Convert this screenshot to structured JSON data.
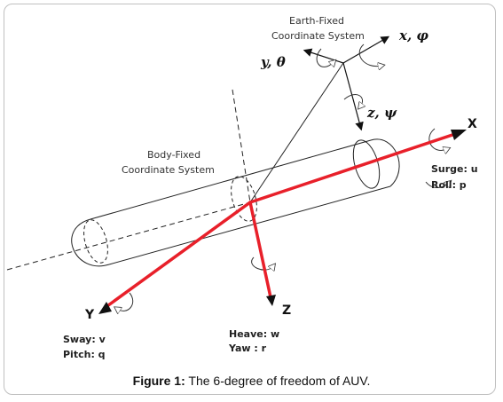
{
  "earth_frame": {
    "title_line1": "Earth-Fixed",
    "title_line2": "Coordinate System",
    "x_label": "x, φ",
    "y_label": "y, θ",
    "z_label": "z, ψ"
  },
  "body_frame": {
    "title_line1": "Body-Fixed",
    "title_line2": "Coordinate System",
    "x_axis": "X",
    "y_axis": "Y",
    "z_axis": "Z"
  },
  "motions": {
    "surge": "Surge: u",
    "roll": "Roll: p",
    "sway": "Sway: v",
    "pitch": "Pitch: q",
    "heave": "Heave: w",
    "yaw": "Yaw : r"
  },
  "caption": {
    "label": "Figure 1:",
    "text": " The 6-degree of freedom of AUV."
  },
  "colors": {
    "axis_red": "#e8202a",
    "line": "#222222"
  }
}
